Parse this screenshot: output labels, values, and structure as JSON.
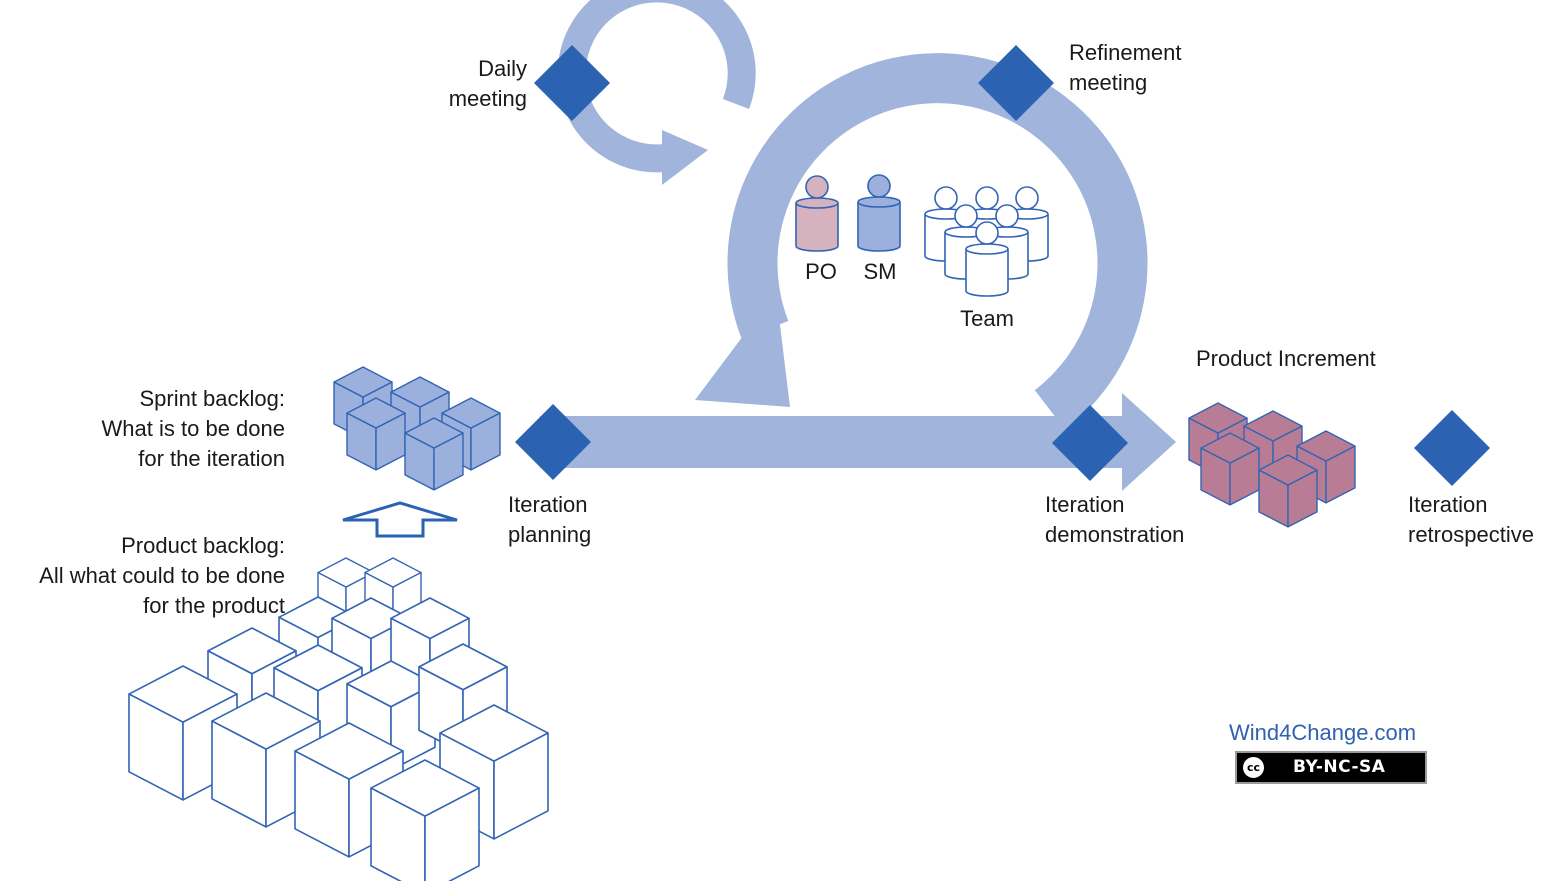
{
  "labels": {
    "daily_meeting": [
      "Daily",
      "meeting"
    ],
    "refinement_meeting": [
      "Refinement",
      "meeting"
    ],
    "po": "PO",
    "sm": "SM",
    "team": "Team",
    "product_increment": "Product Increment",
    "sprint_backlog": [
      "Sprint backlog:",
      "What is to be done",
      "for the iteration"
    ],
    "product_backlog": [
      "Product backlog:",
      "All what could to be done",
      "for the product"
    ],
    "iteration_planning": [
      "Iteration",
      "planning"
    ],
    "iteration_demonstration": [
      "Iteration",
      "demonstration"
    ],
    "iteration_retrospective": [
      "Iteration",
      "retrospective"
    ]
  },
  "branding": {
    "site": "Wind4Change.com",
    "license_symbol": "cc",
    "license": "BY-NC-SA"
  },
  "colors": {
    "flow": "#a0b4dc",
    "diamond": "#2b62b2",
    "cube_stroke": "#3264b4",
    "sprint_cube_fill": "#9bb0dc",
    "increment_cube_fill": "#b87d94",
    "po_fill": "#d6b2bf",
    "sm_fill": "#9bb0dc",
    "brand_blue": "#2f62b0"
  },
  "icons": {
    "milestone": "diamond-icon",
    "person": "person-cylinder-icon",
    "cube": "cube-icon",
    "arrow": "hollow-up-arrow-icon"
  }
}
